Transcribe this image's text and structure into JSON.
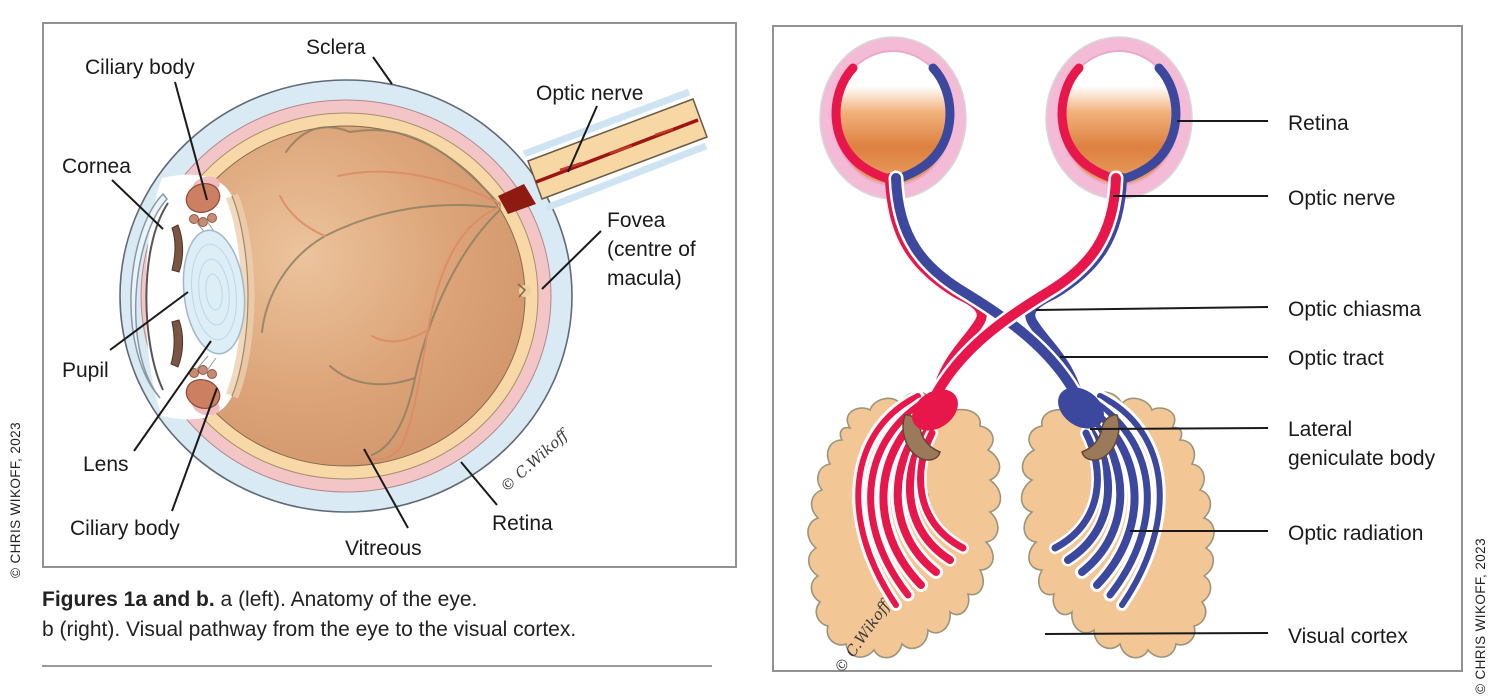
{
  "figure": {
    "caption": {
      "bold": "Figures 1a and b.",
      "line1_rest": " a (left). Anatomy of the eye.",
      "line2": "b (right). Visual pathway from the eye to the visual cortex."
    },
    "copyright_left": "© CHRIS WIKOFF, 2023",
    "copyright_right": "© CHRIS WIKOFF, 2023",
    "signature_a": "© C.Wikoff",
    "signature_b": "© C.Wikoff"
  },
  "panel_a": {
    "labels": {
      "ciliary_body_top": "Ciliary body",
      "sclera": "Sclera",
      "optic_nerve": "Optic nerve",
      "cornea": "Cornea",
      "fovea": "Fovea\n(centre of\nmacula)",
      "pupil": "Pupil",
      "lens": "Lens",
      "ciliary_body_bottom": "Ciliary body",
      "vitreous": "Vitreous",
      "retina": "Retina"
    }
  },
  "panel_b": {
    "labels": {
      "retina": "Retina",
      "optic_nerve": "Optic nerve",
      "optic_chiasma": "Optic chiasma",
      "optic_tract": "Optic tract",
      "lateral_geniculate_body": "Lateral\ngeniculate body",
      "optic_radiation": "Optic radiation",
      "visual_cortex": "Visual cortex"
    }
  },
  "colors": {
    "pathway_red": "#e8174b",
    "pathway_blue": "#3c479e",
    "eye_ring_pink": "#f3bbd6",
    "eyeball_orange": "#dd8040",
    "sclera_blue": "#d9eaf5",
    "choroid_pink": "#f3c5c7",
    "retina_peach": "#f8d8a6",
    "vitreous_orange": "#d89e74",
    "brain_tan": "#f2c695",
    "lgn_brown": "#9b7a5c",
    "panel_border": "#919191"
  }
}
